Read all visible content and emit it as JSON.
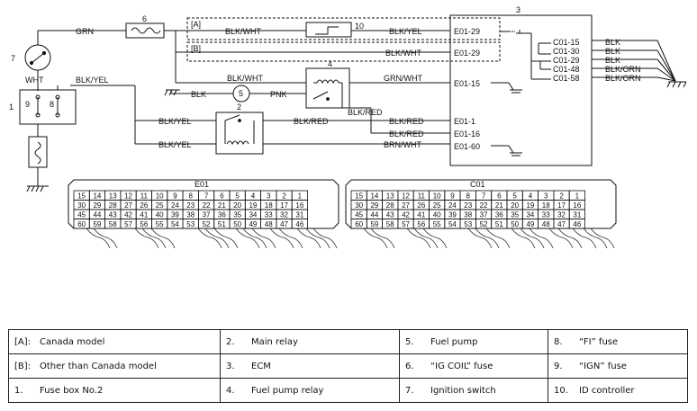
{
  "wires": {
    "grn": "GRN",
    "blk_wht_a": "BLK/WHT",
    "blk_yel_a": "BLK/YEL",
    "e01_29_a": "E01-29",
    "blk_wht_b": "BLK/WHT",
    "e01_29_b": "E01-29",
    "wht": "WHT",
    "blk_yel_top": "BLK/YEL",
    "blk_wht_relay": "BLK/WHT",
    "grn_wht": "GRN/WHT",
    "e01_15": "E01-15",
    "blk": "BLK",
    "pnk": "PNK",
    "blk_red_relay": "BLK/RED",
    "blk_yel_main": "BLK/YEL",
    "blk_red_main": "BLK/RED",
    "blk_red_e1": "BLK/RED",
    "e01_1": "E01-1",
    "blk_red_e16": "BLK/RED",
    "e01_16": "E01-16",
    "blk_yel_low": "BLK/YEL",
    "brn_wht": "BRN/WHT",
    "e01_60": "E01-60",
    "c01_15": "C01-15",
    "c01_30": "C01-30",
    "c01_29": "C01-29",
    "c01_48": "C01-48",
    "c01_58": "C01-58",
    "blk_c15": "BLK",
    "blk_c30": "BLK",
    "blk_c29": "BLK",
    "blk_orn_c48": "BLK/ORN",
    "blk_orn_c58": "BLK/ORN"
  },
  "markers": {
    "canada": "[A]",
    "other": "[B]",
    "n1": "1",
    "n2": "2",
    "n3": "3",
    "n4": "4",
    "n5": "5",
    "n6": "6",
    "n7": "7",
    "n8": "8",
    "n9": "9",
    "n10": "10"
  },
  "connectors": {
    "e01_title": "E01",
    "c01_title": "C01",
    "rows": [
      [
        "15",
        "14",
        "13",
        "12",
        "11",
        "10",
        "9",
        "8",
        "7",
        "6",
        "5",
        "4",
        "3",
        "2",
        "1"
      ],
      [
        "30",
        "29",
        "28",
        "27",
        "26",
        "25",
        "24",
        "23",
        "22",
        "21",
        "20",
        "19",
        "18",
        "17",
        "16"
      ],
      [
        "45",
        "44",
        "43",
        "42",
        "41",
        "40",
        "39",
        "38",
        "37",
        "36",
        "35",
        "34",
        "33",
        "32",
        "31"
      ],
      [
        "60",
        "59",
        "58",
        "57",
        "56",
        "55",
        "54",
        "53",
        "52",
        "51",
        "50",
        "49",
        "48",
        "47",
        "46"
      ]
    ]
  },
  "legend": [
    [
      {
        "key": "[A]:",
        "text": "Canada model"
      },
      {
        "key": "2.",
        "text": "Main relay"
      },
      {
        "key": "5.",
        "text": "Fuel pump"
      },
      {
        "key": "8.",
        "text": "“FI” fuse"
      }
    ],
    [
      {
        "key": "[B]:",
        "text": "Other than Canada model"
      },
      {
        "key": "3.",
        "text": "ECM"
      },
      {
        "key": "6.",
        "text": "“IG COIL” fuse"
      },
      {
        "key": "9.",
        "text": "“IGN” fuse"
      }
    ],
    [
      {
        "key": "1.",
        "text": "Fuse box No.2"
      },
      {
        "key": "4.",
        "text": "Fuel pump relay"
      },
      {
        "key": "7.",
        "text": "Ignition switch"
      },
      {
        "key": "10.",
        "text": "ID controller"
      }
    ]
  ]
}
